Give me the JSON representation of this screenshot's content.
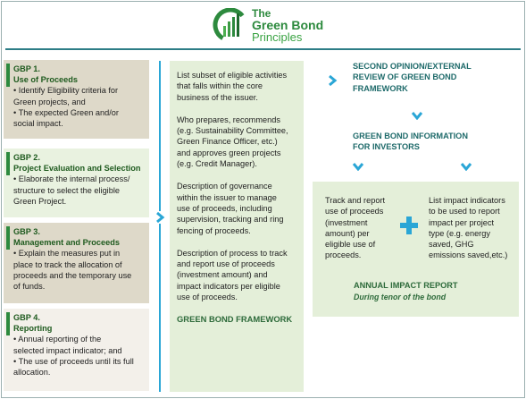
{
  "header": {
    "logo_line1": "The",
    "logo_line2": "Green Bond",
    "logo_line3": "Principles"
  },
  "gbp": [
    {
      "num": "GBP 1.",
      "title": "Use of Proceeds",
      "bullets": [
        "• Identify Eligibility criteria for",
        "Green projects, and",
        "• The expected Green and/or",
        "social impact."
      ]
    },
    {
      "num": "GBP 2.",
      "title": "Project Evaluation and Selection",
      "bullets": [
        "• Elaborate the internal process/",
        "structure to select the eligible",
        "Green Project."
      ]
    },
    {
      "num": "GBP 3.",
      "title": "Management and Proceeds",
      "bullets": [
        "• Explain the measures put in",
        "place to track the allocation of",
        "proceeds and the temporary use",
        "of funds."
      ]
    },
    {
      "num": "GBP 4.",
      "title": "Reporting",
      "bullets": [
        "• Annual reporting of the",
        "selected impact indicator; and",
        "• The use of proceeds until its full",
        "allocation."
      ]
    }
  ],
  "framework": {
    "paragraphs": [
      [
        "List subset of eligible activities",
        "that falls within the core",
        "business of the issuer."
      ],
      [
        "Who prepares, recommends",
        "(e.g. Sustainability Committee,",
        "Green Finance Officer, etc.)",
        "and approves green projects",
        "(e.g. Credit Manager)."
      ],
      [
        "Description of governance",
        "within the issuer to manage",
        "use of proceeds, including",
        "supervision, tracking and ring",
        "fencing of proceeds."
      ],
      [
        "Description of process to track",
        "and report use of proceeds",
        "(investment amount) and",
        "impact indicators per eligible",
        "use of proceeds."
      ]
    ],
    "title": "GREEN BOND FRAMEWORK"
  },
  "second_opinion": [
    "SECOND OPINION/EXTERNAL",
    "REVIEW OF GREEN BOND",
    "FRAMEWORK"
  ],
  "info_investors": [
    "GREEN BOND INFORMATION",
    "FOR INVESTORS"
  ],
  "impact": {
    "left": [
      "Track and report",
      "use of proceeds",
      "(investment",
      "amount) per",
      "eligible use of",
      "proceeds."
    ],
    "right": [
      "List impact indicators",
      "to be used to report",
      "impact per project",
      "type (e.g. energy",
      "saved, GHG",
      "emissions saved,etc.)"
    ],
    "title": "ANNUAL IMPACT REPORT",
    "subtitle": "During tenor of the bond"
  },
  "colors": {
    "brand_green": "#2d8a3e",
    "teal_text": "#1e6a6a",
    "chevron_blue": "#2aa6d6",
    "panel_green": "#e4efd9",
    "panel_beige": "#ded9c9"
  }
}
